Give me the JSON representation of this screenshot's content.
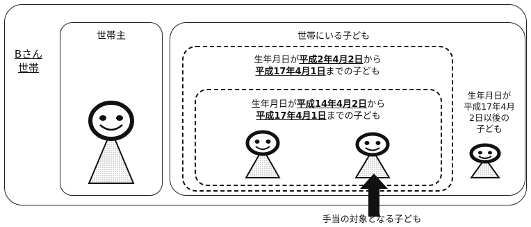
{
  "household_label": {
    "line1": "Bさん",
    "line2": "世帯"
  },
  "head_box": {
    "title": "世帯主"
  },
  "children_box": {
    "title": "世帯にいる子ども"
  },
  "outer_dashed": {
    "line1_pre": "生年月日が",
    "line1_date": "平成2年4月2日",
    "line1_post": "から",
    "line2_date": "平成17年4月1日",
    "line2_post": "までの子ども"
  },
  "inner_dashed": {
    "line1_pre": "生年月日が",
    "line1_date": "平成14年4月2日",
    "line1_post": "から",
    "line2_date": "平成17年4月1日",
    "line2_post": "までの子ども"
  },
  "right_note": {
    "line1": "生年月日が",
    "line2": "平成17年4月",
    "line3": "2日以後の",
    "line4": "子ども"
  },
  "arrow_caption": "手当の対象となる子ども"
}
